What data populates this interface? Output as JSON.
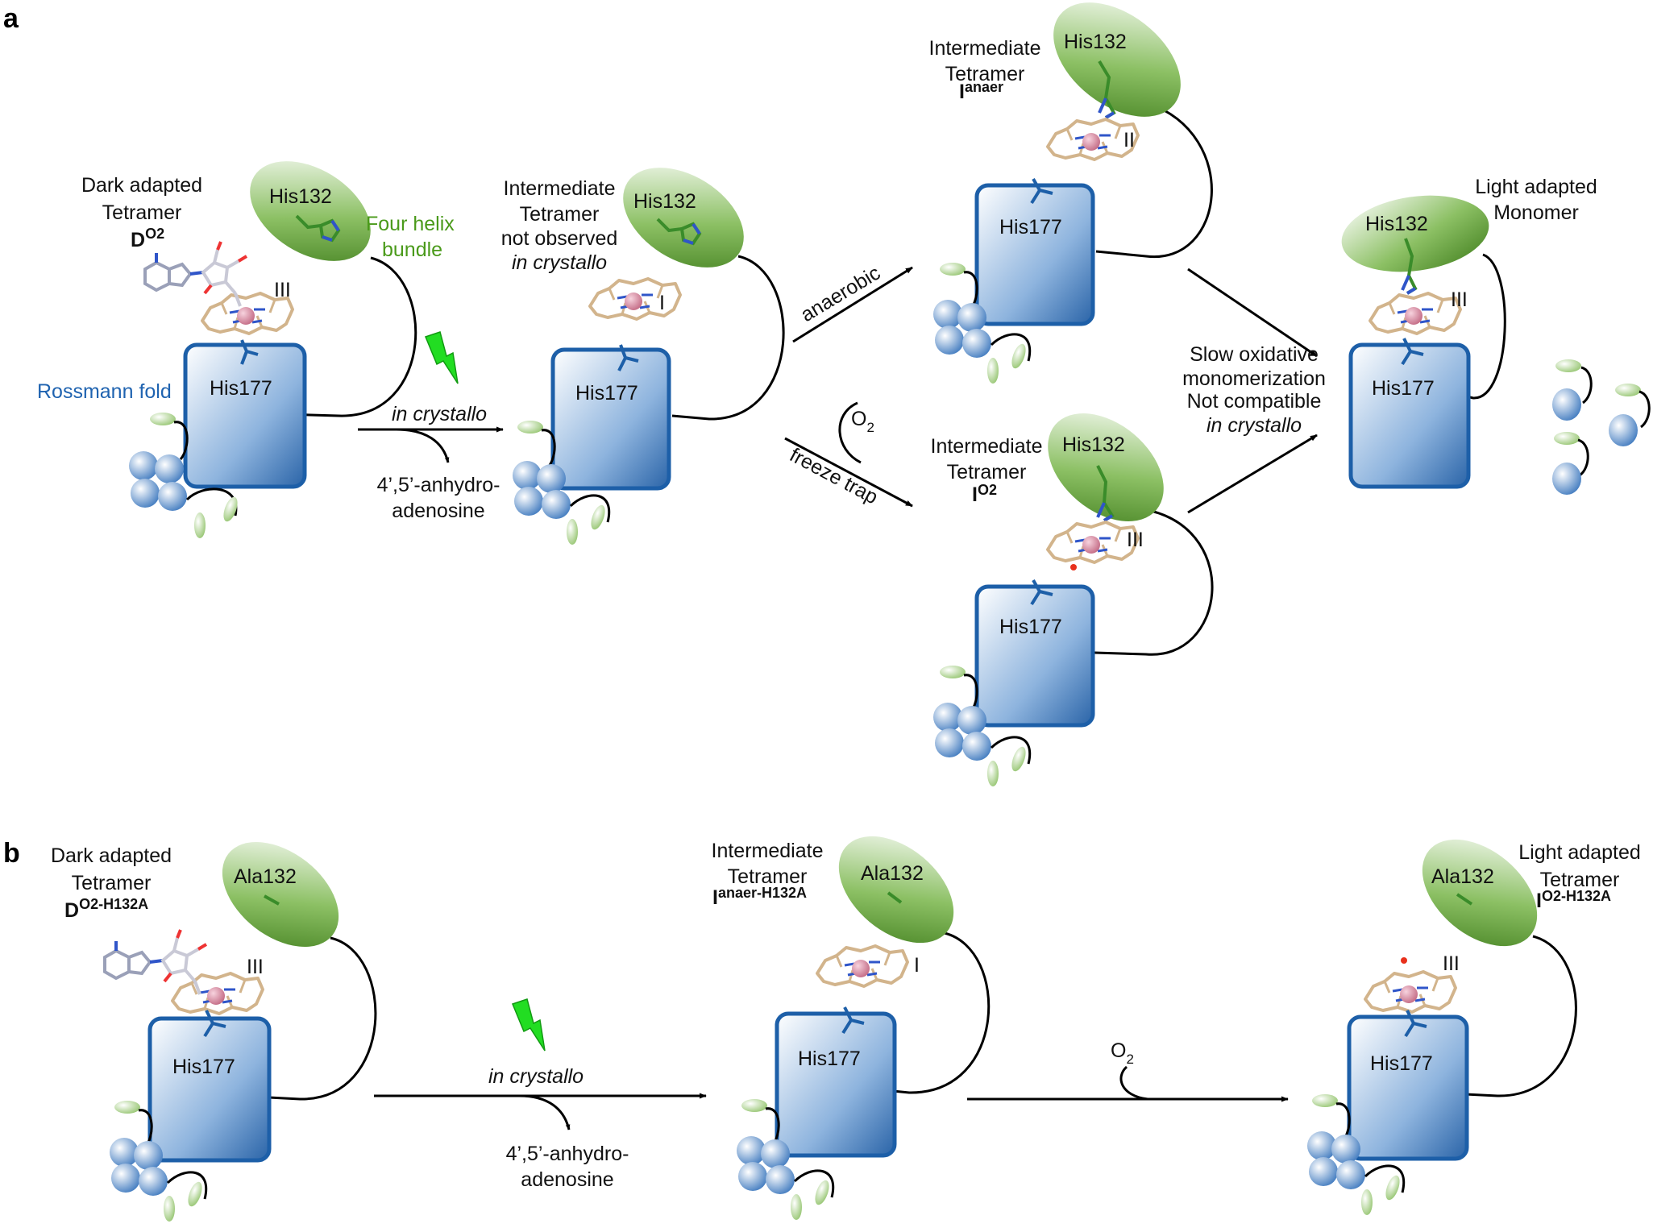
{
  "panels": {
    "a": "a",
    "b": "b"
  },
  "residues": {
    "his132": "His132",
    "his177": "His177",
    "ala132": "Ala132"
  },
  "oxidation": {
    "I": "I",
    "II": "II",
    "III": "III"
  },
  "labels": {
    "four_helix_1": "Four helix",
    "four_helix_2": "bundle",
    "rossmann": "Rossmann fold",
    "in_crystallo": "in crystallo",
    "anhydro_1": "4’,5’-anhydro-",
    "anhydro_2": "adenosine",
    "anaerobic": "anaerobic",
    "freeze_trap": "freeze trap",
    "o2": "O",
    "o2_sub": "2",
    "slow_1": "Slow oxidative",
    "slow_2": "monomerization",
    "slow_3": "Not compatible",
    "slow_4": "in crystallo"
  },
  "states": {
    "dark_a": {
      "l1": "Dark adapted",
      "l2": "Tetramer",
      "sym": "D",
      "sup": "O2"
    },
    "inter_a": {
      "l1": "Intermediate",
      "l2": "Tetramer",
      "l3": "not observed",
      "l4": "in crystallo"
    },
    "inter_anaer": {
      "l1": "Intermediate",
      "l2": "Tetramer",
      "sym": "I",
      "sup": "anaer"
    },
    "inter_o2": {
      "l1": "Intermediate",
      "l2": "Tetramer",
      "sym": "I",
      "sup": "O2"
    },
    "light_a": {
      "l1": "Light adapted",
      "l2": "Monomer"
    },
    "dark_b": {
      "l1": "Dark adapted",
      "l2": "Tetramer",
      "sym": "D",
      "sup": "O2-H132A"
    },
    "inter_b": {
      "l1": "Intermediate",
      "l2": "Tetramer",
      "sym": "I",
      "sup": "anaer-H132A"
    },
    "light_b": {
      "l1": "Light adapted",
      "l2": "Tetramer",
      "sym": "I",
      "sup": "O2-H132A"
    }
  },
  "colors": {
    "helix_green": "#5e9e2a",
    "rossmann_blue": "#1d5fa8",
    "cobalt_pink": "#d98aa0",
    "corrin_tan": "#d2b48c",
    "lightning_green": "#22dd22",
    "radical_red": "#e8301c"
  }
}
